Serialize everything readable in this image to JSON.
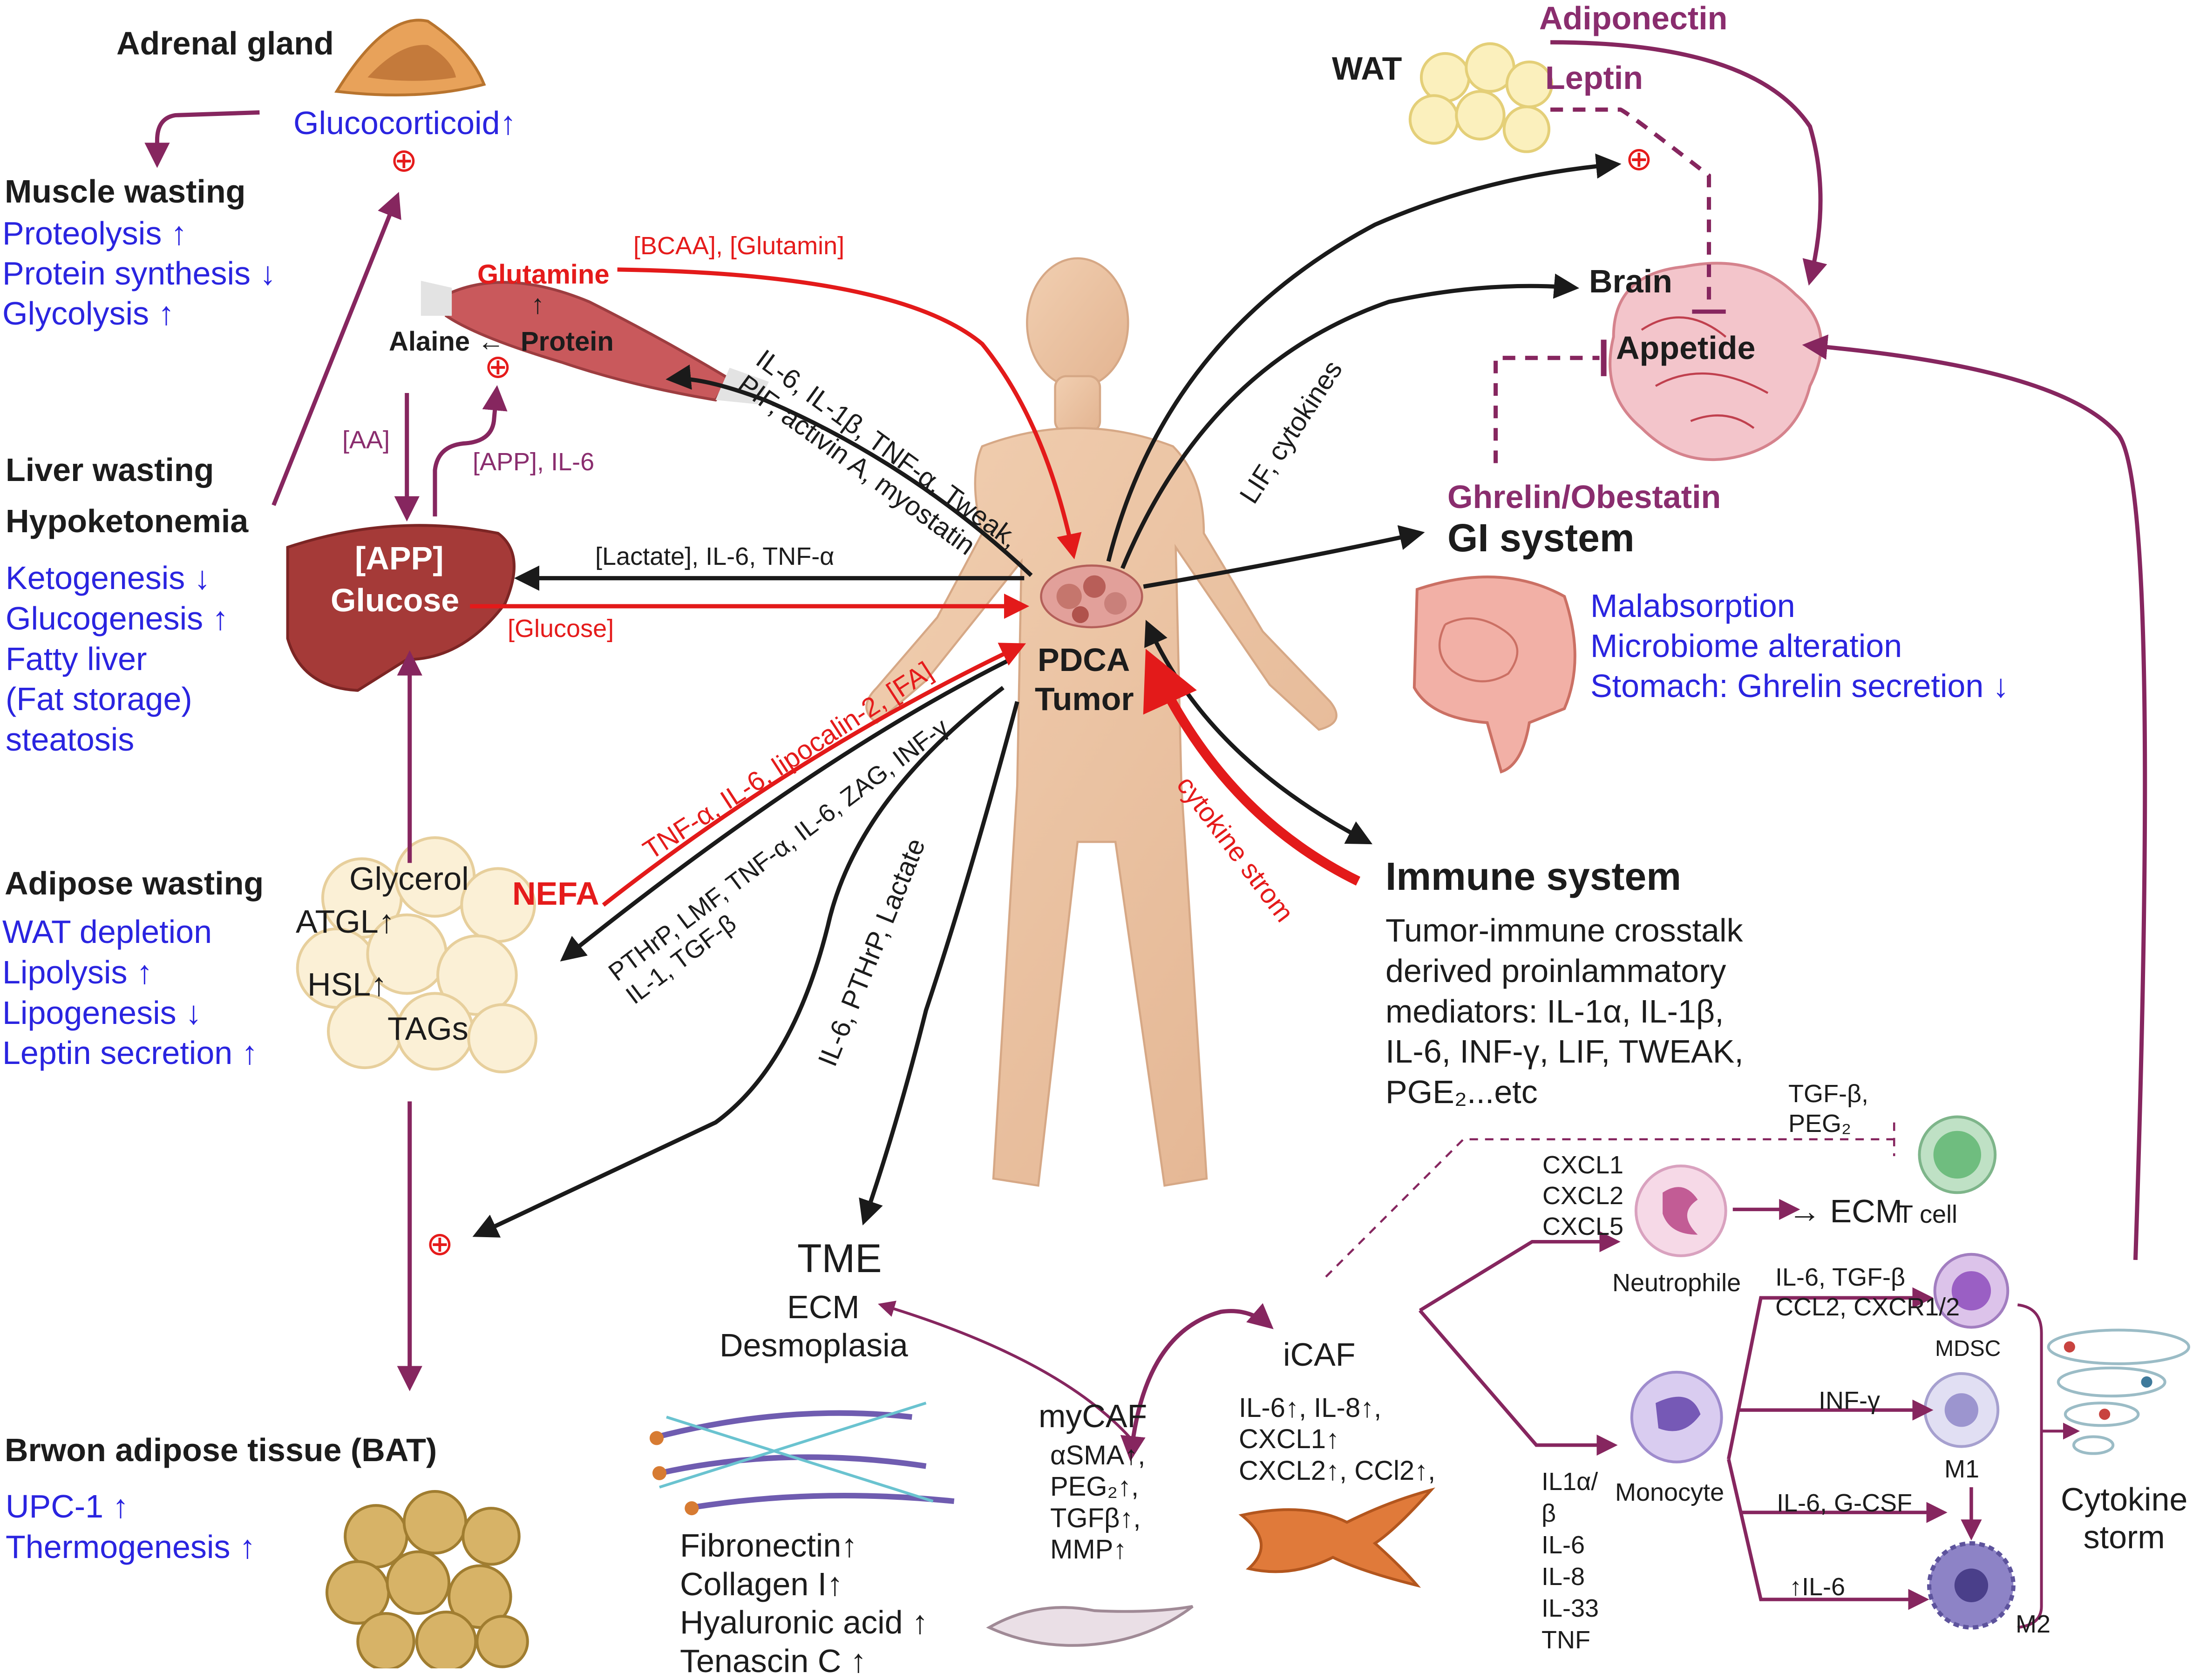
{
  "organs": {
    "adrenal": {
      "title": "Adrenal gland",
      "hormone": "Glucocorticoid↑",
      "plus": "⊕"
    },
    "muscle": {
      "title": "Muscle wasting",
      "effects": [
        "Proteolysis ↑",
        "Protein synthesis ↓",
        "Glycolysis ↑"
      ],
      "glutamine": "Glutamine",
      "protein": "Protein",
      "alaine": "Alaine ←",
      "up_arrow": "↑",
      "plus": "⊕"
    },
    "liver": {
      "title1": "Liver wasting",
      "title2": "Hypoketonemia",
      "effects": [
        "Ketogenesis ↓",
        "Glucogenesis  ↑",
        "Fatty liver",
        "(Fat storage)",
        "steatosis"
      ],
      "app": "[APP]",
      "glucose": "Glucose",
      "aa": "[AA]",
      "app_il6": "[APP], IL-6"
    },
    "adipose": {
      "title": "Adipose wasting",
      "effects": [
        "WAT depletion",
        "Lipolysis ↑",
        "Lipogenesis ↓",
        "Leptin secretion ↑"
      ],
      "glycerol": "Glycerol",
      "atgl": "ATGL↑",
      "hsl": "HSL↑",
      "tags": "TAGs",
      "nefa": "NEFA",
      "plus": "⊕"
    },
    "bat": {
      "title": "Brwon adipose tissue  (BAT)",
      "effects": [
        "UPC-1 ↑",
        "Thermogenesis ↑"
      ]
    },
    "wat": {
      "title": "WAT",
      "adiponectin": "Adiponectin",
      "leptin": "Leptin",
      "plus": "⊕"
    },
    "brain": {
      "title": "Brain",
      "appetide": "Appetide",
      "ghrelin": "Ghrelin/Obestatin"
    },
    "gi": {
      "title": "GI system",
      "effects": [
        "Malabsorption",
        "Microbiome alteration",
        "Stomach: Ghrelin secretion ↓"
      ]
    },
    "immune": {
      "title": "Immune system",
      "lines": [
        "Tumor-immune crosstalk",
        "derived  proinlammatory",
        "mediators: IL-1α, IL-1β,",
        "IL-6, INF-γ, LIF, TWEAK,",
        "PGE₂...etc"
      ]
    },
    "tumor": {
      "line1": "PDCA",
      "line2": "Tumor"
    }
  },
  "arrows": {
    "bcaa": "[BCAA], [Glutamin]",
    "muscle_cytokines": [
      "IL-6, IL-1β, TNF-α, Tweak,",
      "PIF, activin A, myostatin"
    ],
    "lactate": "[Lactate], IL-6, TNF-α",
    "glucose": "[Glucose]",
    "tnf_fa": "TNF-α, IL-6, lipocalin-2, [FA]",
    "adipose_cytokines": [
      "PTHrP, LMF, TNF-α, IL-6, ZAG, INF-γ",
      "IL-1, TGF-β"
    ],
    "bat_cytokines": "IL-6, PTHrP, Lactate",
    "lif": "LIF, cytokines",
    "storm": "cytokine strom"
  },
  "tme": {
    "title": "TME",
    "ecm": "ECM",
    "desmoplasia": "Desmoplasia",
    "components": [
      "Fibronectin↑",
      "Collagen I↑",
      "Hyaluronic acid ↑",
      "Tenascin C ↑"
    ],
    "mycaf": {
      "title": "myCAF",
      "markers": [
        "αSMA↑,",
        "PEG₂↑,",
        "TGFβ↑,",
        "MMP↑"
      ]
    },
    "icaf": {
      "title": "iCAF",
      "markers": [
        "IL-6↑, IL-8↑,",
        "CXCL1↑",
        "CXCL2↑, CCl2↑,"
      ]
    }
  },
  "cells": {
    "tgf_peg": [
      "TGF-β,",
      "PEG₂"
    ],
    "tcell": "T cell",
    "cxcl": [
      "CXCL1",
      "CXCL2",
      "CXCL5"
    ],
    "neutrophile": "Neutrophile",
    "ecm": "→ ECM",
    "mdsc_signal": [
      "IL-6, TGF-β",
      "CCL2,  CXCR1/2"
    ],
    "mdsc": "MDSC",
    "infg": "INF-γ",
    "m1": "M1",
    "il6_gcsf": "IL-6, G-CSF",
    "il6_up": "↑IL-6",
    "m2": "M2",
    "monocyte": "Monocyte",
    "il_list": [
      "IL1α/",
      "β",
      "IL-6",
      "IL-8",
      "IL-33",
      "TNF"
    ],
    "storm": [
      "Cytokine",
      "storm"
    ]
  }
}
